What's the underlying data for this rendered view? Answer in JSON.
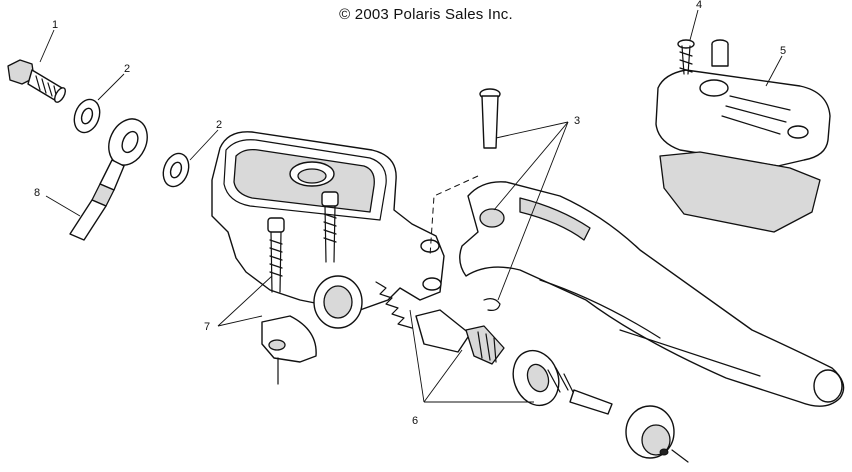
{
  "header": {
    "copyright": "© 2003 Polaris Sales Inc."
  },
  "callouts": {
    "c1": "1",
    "c2a": "2",
    "c2b": "2",
    "c3": "3",
    "c4": "4",
    "c5": "5",
    "c6": "6",
    "c7": "7",
    "c8": "8"
  }
}
